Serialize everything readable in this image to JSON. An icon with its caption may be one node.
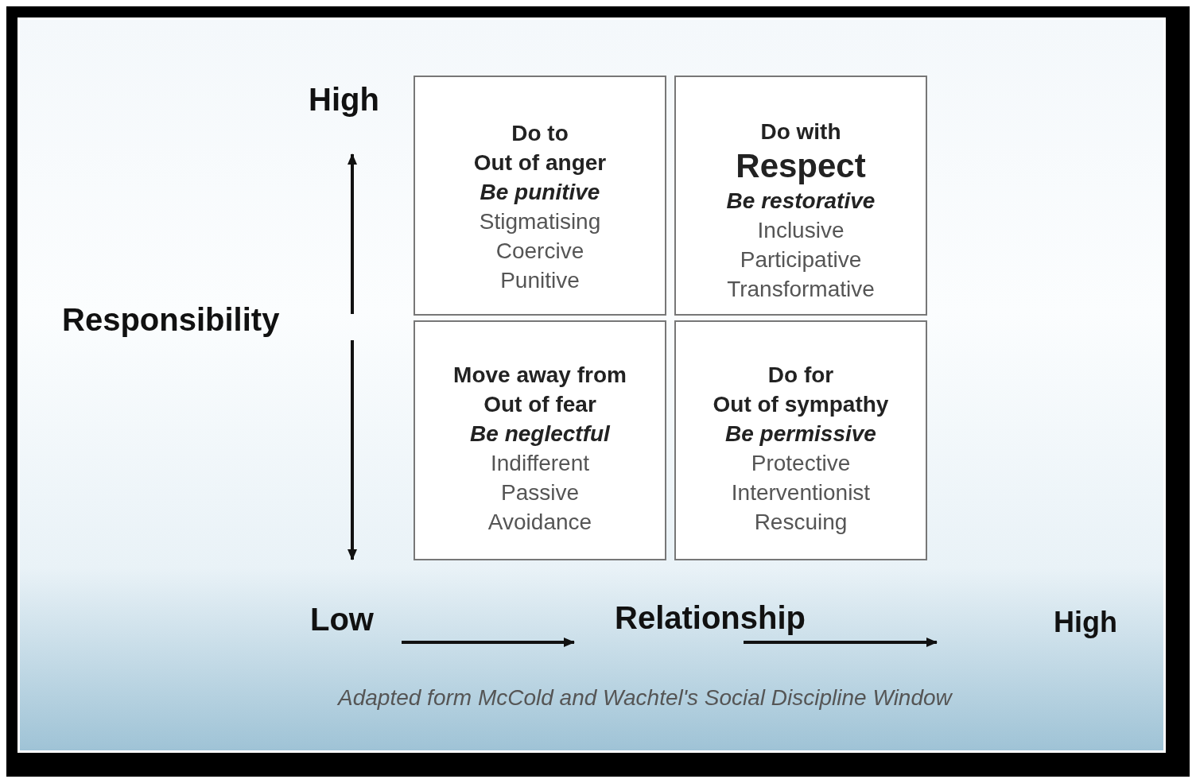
{
  "diagram": {
    "caption": "Adapted form McCold and Wachtel's Social Discipline Window",
    "nodes": [
      {
        "text": [
          "Do to",
          "Out of anger",
          "Be punitive",
          "Stigmatising",
          "Coercive",
          "Punitive"
        ]
      },
      {
        "text": [
          "Do with",
          "Respect",
          "Be restorative",
          "Inclusive",
          "Participative",
          "Transformative"
        ]
      },
      {
        "text": [
          "Move away from",
          "Out of fear",
          "Be neglectful",
          "Indifferent",
          "Passive",
          "Avoidance"
        ]
      },
      {
        "text": [
          "Do for",
          "Out of sympathy",
          "Be permissive",
          "Protective",
          "Interventionist",
          "Rescuing"
        ]
      }
    ],
    "labels": [
      "High",
      "Responsibility",
      "Low",
      "Relationship",
      "High"
    ]
  }
}
